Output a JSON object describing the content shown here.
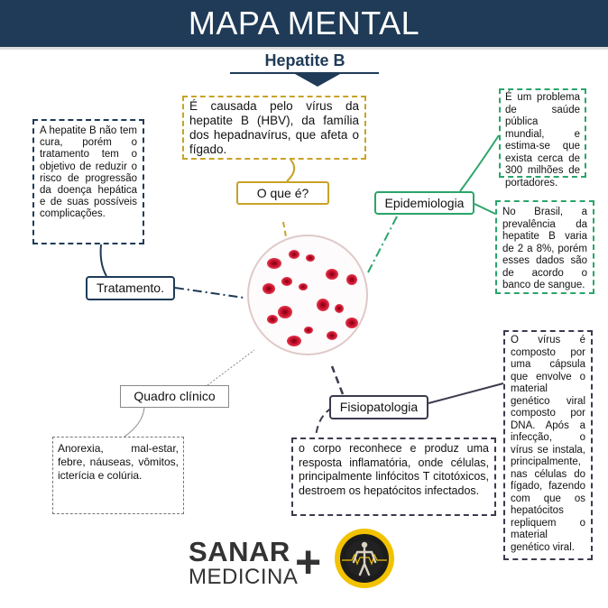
{
  "header": {
    "title": "MAPA MENTAL",
    "subtitle": "Hepatite B"
  },
  "nodes": {
    "oque": {
      "label": "O que é?",
      "text": "É causada pelo vírus da hepatite B (HBV), da família dos hepadnavírus, que afeta o fígado."
    },
    "tratamento": {
      "label": "Tratamento.",
      "text": "A hepatite B não tem cura, porém o tratamento tem o objetivo de reduzir o risco de progressão da doença hepática e de suas possíveis complicações."
    },
    "epidemiologia": {
      "label": "Epidemiologia",
      "text1": "É um problema de saúde pública mundial, e estima-se que exista cerca de 300 milhões de portadores.",
      "text2": "No Brasil, a prevalência da hepatite B varia de 2 a 8%, porém esses dados são de acordo o banco de sangue."
    },
    "fisiopatologia": {
      "label": "Fisiopatologia",
      "text1": "O vírus é composto por uma cápsula que envolve o material genético viral composto por DNA. Após a infecção, o vírus se instala, principalmente, nas células do fígado, fazendo com que os hepatócitos repliquem o material genético viral.",
      "text2": "o corpo reconhece e produz uma resposta inflamatória, onde células, principalmente linfócitos T citotóxicos, destroem os hepatócitos infectados."
    },
    "quadro": {
      "label": "Quadro clínico",
      "text": "Anorexia, mal-estar, febre, náuseas, vômitos, icterícia e colúria."
    }
  },
  "footer": {
    "brand_line1": "SANAR",
    "brand_line2": "MEDICINA",
    "plus": "+"
  },
  "icons": {
    "center": "blood-cells-icon",
    "seal": "anatomy-league-seal-icon"
  },
  "colors": {
    "header_bg": "#1f3b57",
    "gold": "#c9a227",
    "green": "#2aa56a",
    "navy": "#1f3b57",
    "dark": "#3b3b4f",
    "cell_red": "#c8102e"
  }
}
